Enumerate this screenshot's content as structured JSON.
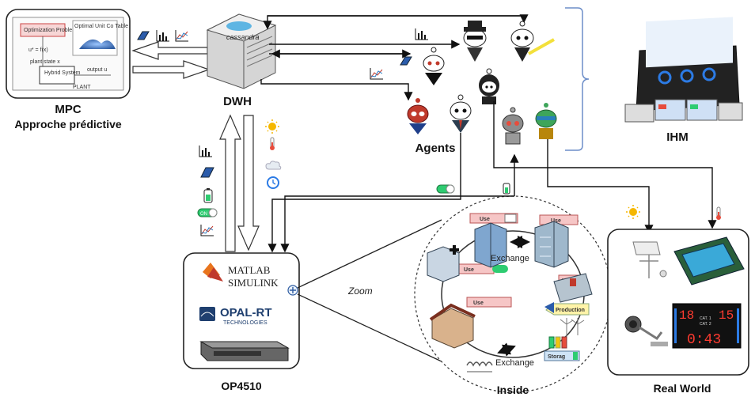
{
  "nodes": {
    "mpc": {
      "title": "MPC",
      "subtitle": "Approche prédictive",
      "inner": {
        "opt": "Optimization Problem",
        "cost": "Optimal Unit Co Table",
        "eq": "u* = f(x)",
        "plant_state": "plant state x",
        "output": "output u",
        "hybrid": "Hybrid System",
        "plant": "PLANT"
      }
    },
    "dwh": {
      "title": "DWH",
      "db": "cassandra"
    },
    "agents": {
      "title": "Agents"
    },
    "ihm": {
      "title": "IHM"
    },
    "op4510": {
      "title": "OP4510",
      "matlab": "MATLAB",
      "simulink": "SIMULINK",
      "opal": "OPAL-RT",
      "opal_sub": "TECHNOLOGIES"
    },
    "inside": {
      "title": "Inside",
      "exchange1": "Exchange",
      "exchange2": "Exchange",
      "use": "Use",
      "production": "Production",
      "storage": "Storag"
    },
    "real_world": {
      "title": "Real World",
      "display": {
        "left": "18",
        "right": "15",
        "cat1": "CAT. 1",
        "cat2": "CAT. 2",
        "time": "0:43"
      }
    },
    "zoom": "Zoom",
    "switch_on": "ON"
  },
  "colors": {
    "accent_blue": "#6d8ec9",
    "agent_red": "#c0392b",
    "panel_black": "#111111",
    "scoreboard_red": "#ff3b30"
  },
  "icons": [
    "bar-chart-icon",
    "line-chart-icon",
    "solar-panel-icon",
    "battery-icon",
    "switch-icon",
    "sun-icon",
    "thermometer-icon",
    "cloud-icon",
    "clock-icon"
  ]
}
